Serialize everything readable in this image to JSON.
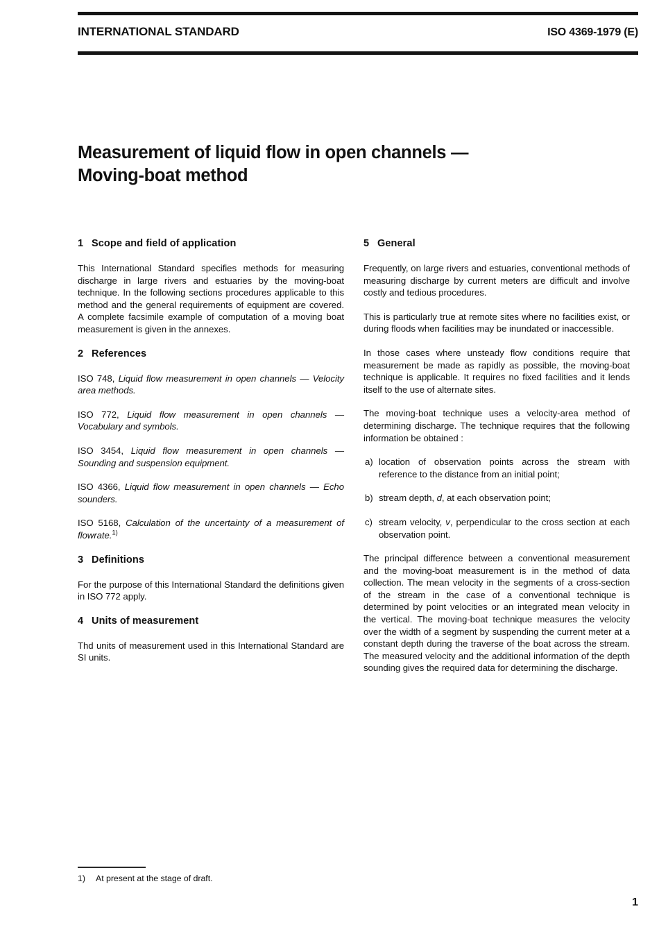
{
  "header": {
    "left_label": "INTERNATIONAL STANDARD",
    "right_label": "ISO 4369-1979 (E)"
  },
  "title": {
    "line1": "Measurement of liquid flow in open channels —",
    "line2": "Moving-boat method"
  },
  "left_column": {
    "section1": {
      "number": "1",
      "heading": "Scope and field of application",
      "paragraph": "This International Standard specifies methods for measuring discharge in large rivers and estuaries by the moving-boat technique. In the following sections procedures applicable to this method and the general requirements of equipment are covered. A complete facsimile example of computation of a moving boat measurement is given in the annexes."
    },
    "section2": {
      "number": "2",
      "heading": "References",
      "references": [
        {
          "code": "ISO 748, ",
          "title": "Liquid flow measurement in open channels — Velocity area methods.",
          "footnote_marker": ""
        },
        {
          "code": "ISO 772, ",
          "title": "Liquid flow measurement in open channels — Vocabulary and symbols.",
          "footnote_marker": ""
        },
        {
          "code": "ISO 3454, ",
          "title": "Liquid flow measurement in open channels — Sounding and suspension equipment.",
          "footnote_marker": ""
        },
        {
          "code": "ISO 4366, ",
          "title": "Liquid flow measurement in open channels — Echo sounders.",
          "footnote_marker": ""
        },
        {
          "code": "ISO 5168, ",
          "title": "Calculation of the uncertainty of a measurement of flowrate.",
          "footnote_marker": "1)"
        }
      ]
    },
    "section3": {
      "number": "3",
      "heading": "Definitions",
      "paragraph": "For the purpose of this International Standard the definitions given in ISO 772 apply."
    },
    "section4": {
      "number": "4",
      "heading": "Units of measurement",
      "paragraph": "Thd units of measurement used in this International Standard are SI units."
    }
  },
  "right_column": {
    "section5": {
      "number": "5",
      "heading": "General",
      "paragraph1": "Frequently, on large rivers and estuaries, conventional methods of measuring discharge by current meters are difficult and involve costly and tedious procedures.",
      "paragraph2": "This is particularly true at remote sites where no facilities exist, or during floods when facilities may be inundated or inaccessible.",
      "paragraph3": "In those cases where unsteady flow conditions require that measurement be made as rapidly as possible, the moving-boat technique is applicable. It requires no fixed facilities and it lends itself to the use of alternate sites.",
      "paragraph4": "The moving-boat technique uses a velocity-area method of determining discharge. The technique requires that the following information be obtained :",
      "list": [
        {
          "label": "a)",
          "text_before": "location of observation points across the stream with reference to the distance from an initial point;",
          "italic": "",
          "text_after": ""
        },
        {
          "label": "b)",
          "text_before": "stream depth, ",
          "italic": "d",
          "text_after": ", at each observation point;"
        },
        {
          "label": "c)",
          "text_before": "stream velocity, ",
          "italic": "v",
          "text_after": ", perpendicular to the cross section at each observation point."
        }
      ],
      "paragraph5": "The principal difference between a conventional measurement and the moving-boat measurement is in the method of data collection. The mean velocity in the segments of a cross-section of the stream in the case of a conventional technique is determined by point velocities or an integrated mean velocity in the vertical. The moving-boat technique measures the velocity over the width of a segment by suspending the current meter at a constant depth during the traverse of the boat across the stream. The measured velocity and the additional information of the depth sounding gives the required data for determining the discharge."
    }
  },
  "footnote": {
    "marker": "1)",
    "text": "At present at the stage of draft."
  },
  "page_number": "1",
  "colors": {
    "text": "#111111",
    "rule": "#141414",
    "background": "#ffffff"
  }
}
